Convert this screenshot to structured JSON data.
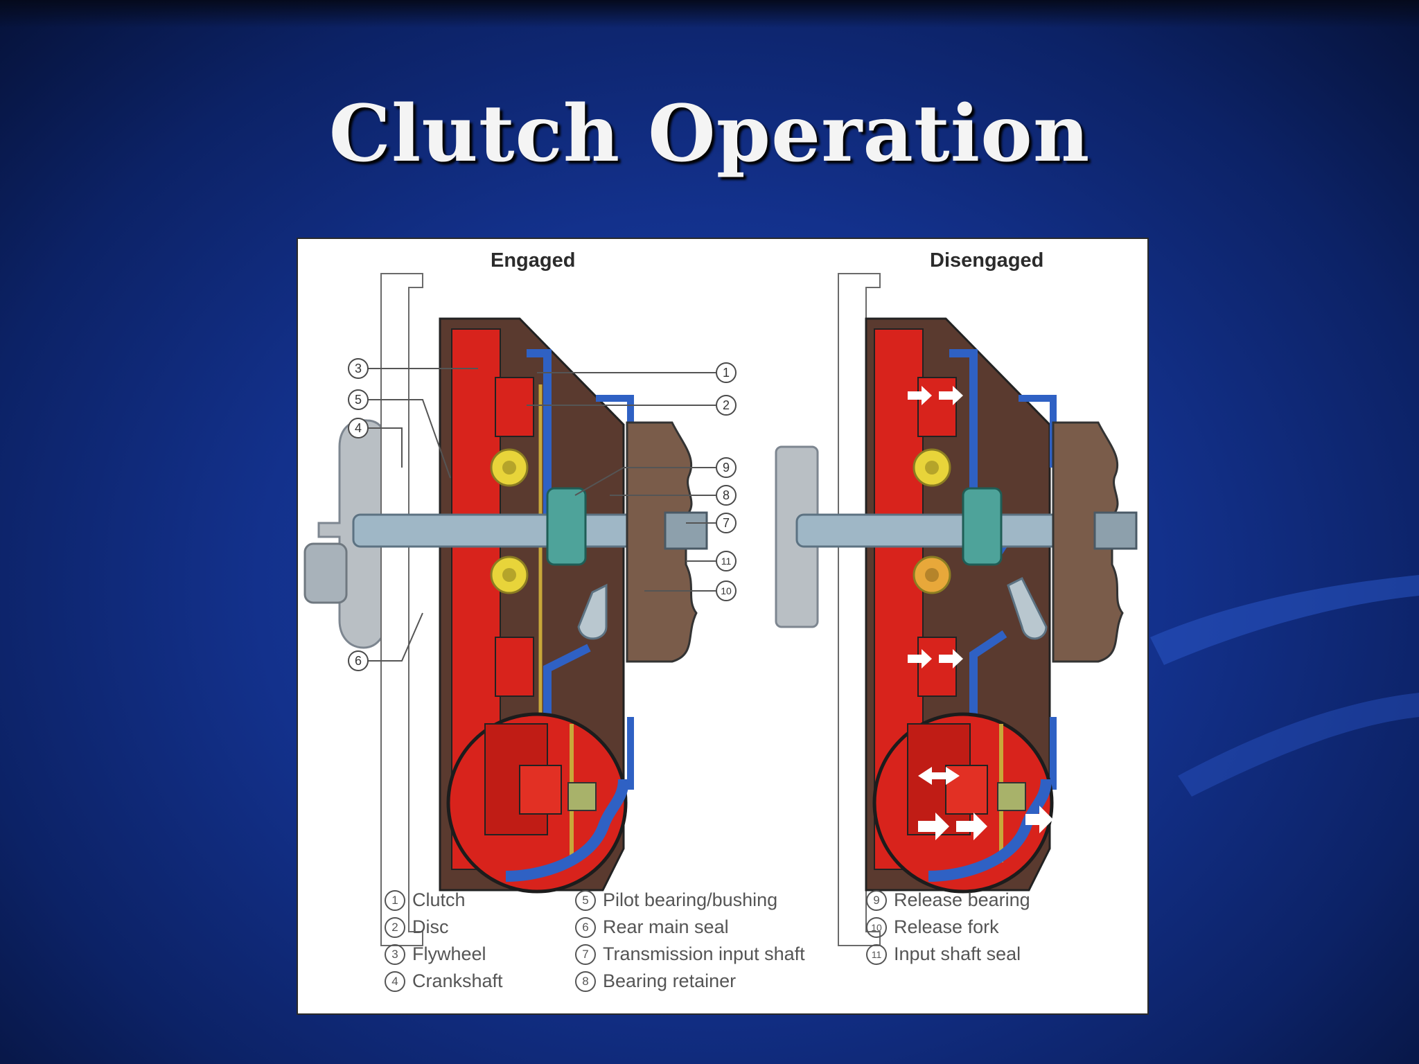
{
  "slide": {
    "title": "Clutch Operation"
  },
  "diagram": {
    "engaged_label": "Engaged",
    "disengaged_label": "Disengaged",
    "callouts": {
      "c1": "1",
      "c2": "2",
      "c3": "3",
      "c4": "4",
      "c5": "5",
      "c6": "6",
      "c7": "7",
      "c8": "8",
      "c9": "9",
      "c10": "10",
      "c11": "11"
    },
    "colors": {
      "pressure_plate": "#d8231c",
      "housing": "#5a3a2f",
      "spring": "#2f61c4",
      "bearing": "#e8d43a",
      "shaft": "#9fb7c6",
      "background": "#13318c"
    }
  },
  "legend": {
    "col1": [
      {
        "num": "1",
        "label": "Clutch"
      },
      {
        "num": "2",
        "label": "Disc"
      },
      {
        "num": "3",
        "label": "Flywheel"
      },
      {
        "num": "4",
        "label": "Crankshaft"
      }
    ],
    "col2": [
      {
        "num": "5",
        "label": "Pilot bearing/bushing"
      },
      {
        "num": "6",
        "label": "Rear main seal"
      },
      {
        "num": "7",
        "label": "Transmission input shaft"
      },
      {
        "num": "8",
        "label": "Bearing retainer"
      }
    ],
    "col3": [
      {
        "num": "9",
        "label": "Release bearing"
      },
      {
        "num": "10",
        "label": "Release fork"
      },
      {
        "num": "11",
        "label": "Input shaft seal"
      }
    ]
  }
}
